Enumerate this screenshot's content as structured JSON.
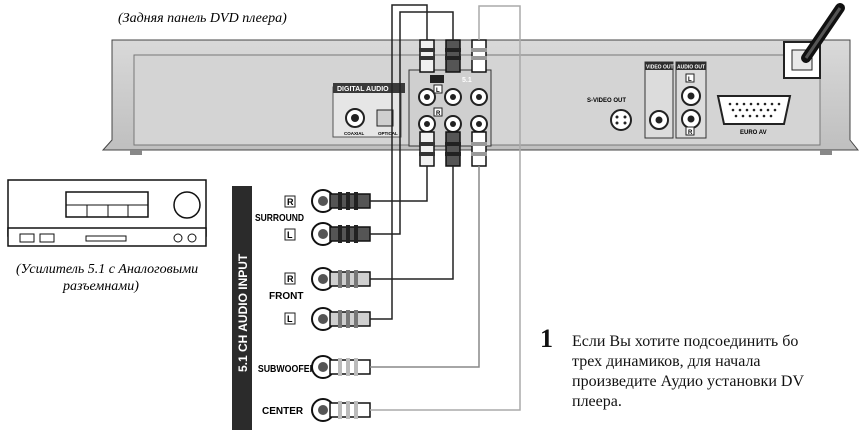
{
  "panel_caption": "(Задняя панель DVD плеера)",
  "rear_panel": {
    "digital_audio_label": "DIGITAL AUDIO",
    "coaxial_label": "COAXIAL",
    "optical_label": "OPTICAL",
    "svideo_label": "S-VIDEO OUT",
    "video_out_label": "VIDEO OUT",
    "audio_out_label": "AUDIO OUT",
    "audio_out_l": "L",
    "audio_out_r": "R",
    "euro_av_label": "EURO AV",
    "jack_label_51": "5.1",
    "jack_label_l": "L",
    "jack_label_r": "R"
  },
  "amplifier_caption": [
    "(Усилитель 5.1 с Аналоговыми",
    "разъемнами)"
  ],
  "audio_input_label": "5.1 CH AUDIO INPUT",
  "inputs": {
    "surround_label": "SURROUND",
    "surround_r": "R",
    "surround_l": "L",
    "front_label": "FRONT",
    "front_r": "R",
    "front_l": "L",
    "subwoofer_label": "SUBWOOFER",
    "center_label": "CENTER"
  },
  "step": {
    "number": "1",
    "lines": [
      "Если Вы хотите подсоединить бо",
      "трех динамиков, для начала",
      "произведите Аудио установки DV",
      "плеера."
    ]
  }
}
